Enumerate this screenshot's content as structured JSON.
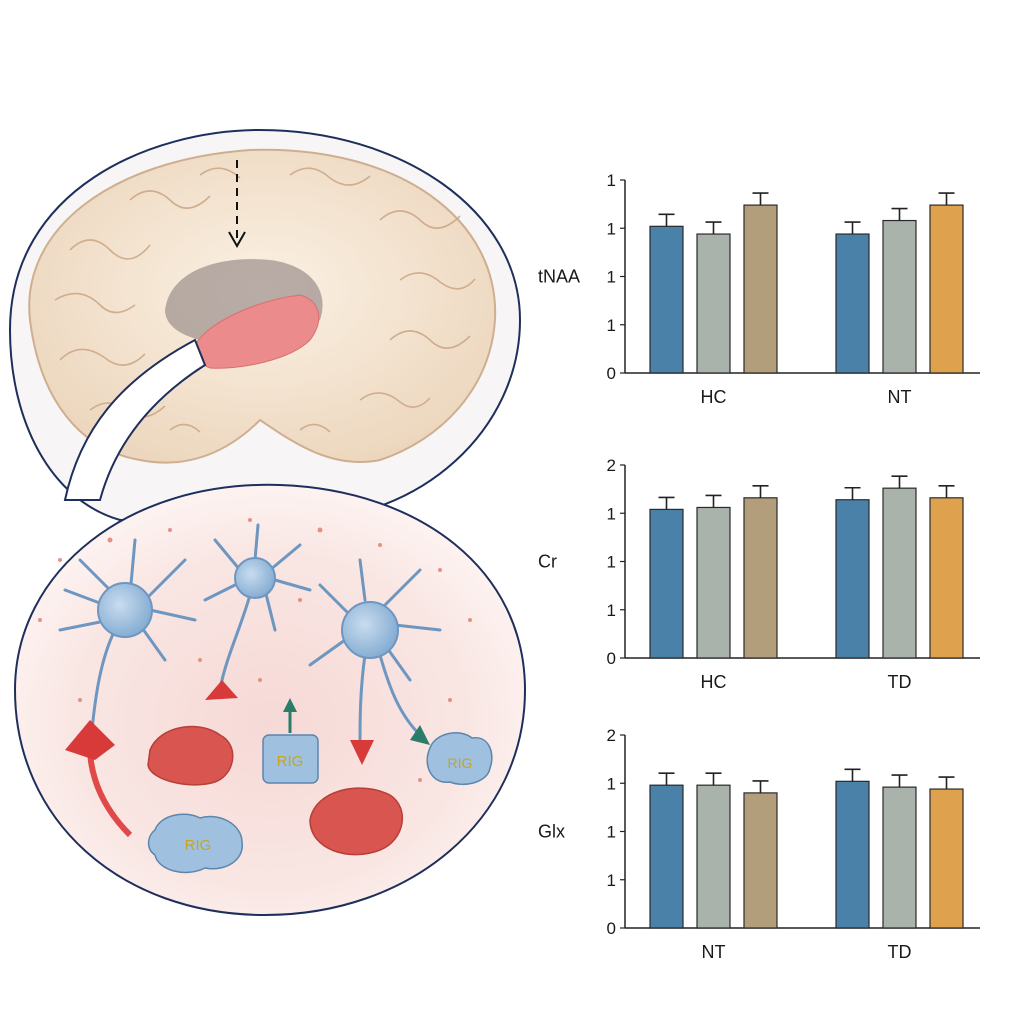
{
  "illustration": {
    "labels": [
      "RIG",
      "RIG",
      "RIG"
    ]
  },
  "colors": {
    "blue": "#4a81a8",
    "gray": "#a9b3ab",
    "tan": "#b39e7b",
    "orange": "#dea24f",
    "outline": "#1f2f5c",
    "brain": "#f4e6d3",
    "neuron": "#a9c6e0",
    "tissue": "#d9554f"
  },
  "chart_data": [
    {
      "type": "bar",
      "ylabel": "tNAA",
      "yticks": [
        "1",
        "1",
        "1",
        "1",
        "0"
      ],
      "groups": [
        {
          "label": "HC",
          "values": [
            0.76,
            0.72,
            0.87
          ],
          "colors": [
            "blue",
            "gray",
            "tan"
          ]
        },
        {
          "label": "NT",
          "values": [
            0.72,
            0.79,
            0.87
          ],
          "colors": [
            "blue",
            "gray",
            "orange"
          ]
        }
      ]
    },
    {
      "type": "bar",
      "ylabel": "Cr",
      "yticks": [
        "2",
        "1",
        "1",
        "1",
        "0"
      ],
      "groups": [
        {
          "label": "HC",
          "values": [
            0.77,
            0.78,
            0.83
          ],
          "colors": [
            "blue",
            "gray",
            "tan"
          ]
        },
        {
          "label": "TD",
          "values": [
            0.82,
            0.88,
            0.83
          ],
          "colors": [
            "blue",
            "gray",
            "orange"
          ]
        }
      ]
    },
    {
      "type": "bar",
      "ylabel": "Glx",
      "yticks": [
        "2",
        "1",
        "1",
        "1",
        "0"
      ],
      "groups": [
        {
          "label": "NT",
          "values": [
            0.74,
            0.74,
            0.7
          ],
          "colors": [
            "blue",
            "gray",
            "tan"
          ]
        },
        {
          "label": "TD",
          "values": [
            0.76,
            0.73,
            0.72
          ],
          "colors": [
            "blue",
            "gray",
            "orange"
          ]
        }
      ]
    }
  ]
}
